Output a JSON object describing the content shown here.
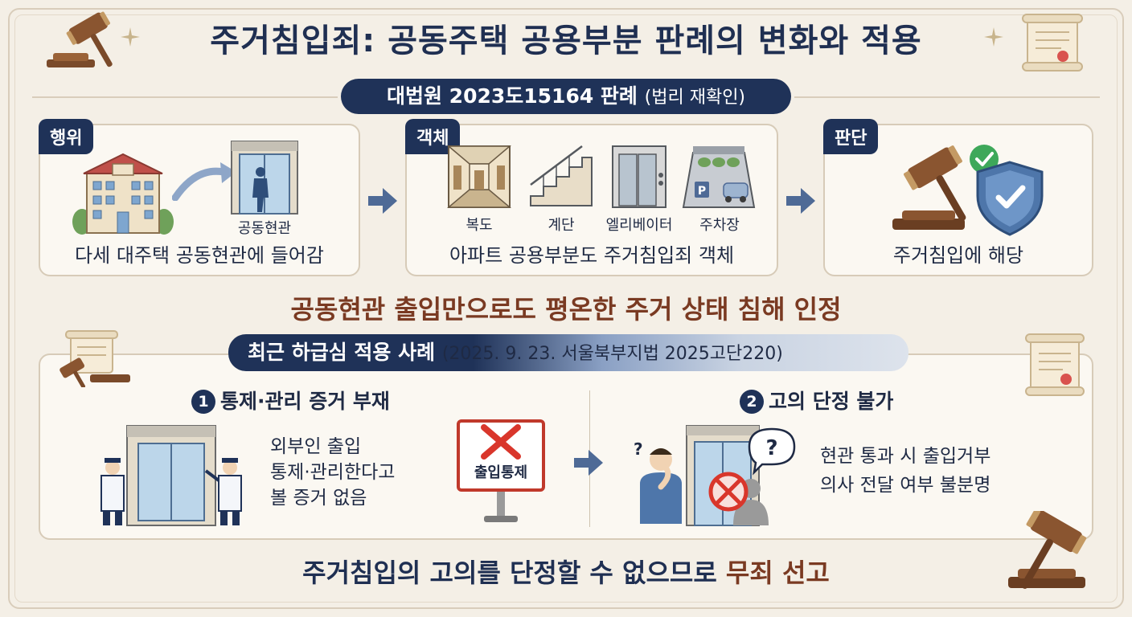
{
  "title": "주거침입죄: 공동주택 공용부분 판례의 변화와 적용",
  "ruling": {
    "label": "대법원 2023도15164 판례",
    "label_sub": "(법리 재확인)"
  },
  "steps": [
    {
      "tag": "행위",
      "icon_label": "공동현관",
      "caption": "다세 대주택 공동현관에 들어감",
      "icons": [
        "apartment-building-icon",
        "entrance-door-icon"
      ]
    },
    {
      "tag": "객체",
      "items": [
        "복도",
        "계단",
        "엘리베이터",
        "주차장"
      ],
      "caption": "아파트 공용부분도 주거침입죄 객체",
      "icons": [
        "hallway-icon",
        "stairs-icon",
        "elevator-icon",
        "parking-icon"
      ]
    },
    {
      "tag": "판단",
      "caption": "주거침입에 해당",
      "icons": [
        "gavel-icon",
        "shield-check-icon"
      ]
    }
  ],
  "emphasis_1": "공동현관 출입만으로도 평온한 주거 상태 침해 인정",
  "lower_court": {
    "label": "최근 하급심 적용 사례",
    "label_sub": "(2025. 9. 23. 서울북부지법 2025고단220)"
  },
  "reasons": [
    {
      "num": "1",
      "heading": "통제·관리 증거 부재",
      "lines": [
        "외부인 출입",
        "통제·관리한다고",
        "볼 증거 없음"
      ],
      "sign_text": "출입통제"
    },
    {
      "num": "2",
      "heading": "고의 단정 불가",
      "lines": [
        "현관 통과 시 출입거부",
        "의사 전달 여부 불분명"
      ]
    }
  ],
  "verdict": {
    "text": "주거침입의 고의를 단정할 수 없으므로",
    "highlight": "무죄 선고"
  },
  "colors": {
    "navy": "#1f3258",
    "brown": "#7a3a22",
    "background": "#f4efe6",
    "card_border": "#d7cbb8"
  }
}
